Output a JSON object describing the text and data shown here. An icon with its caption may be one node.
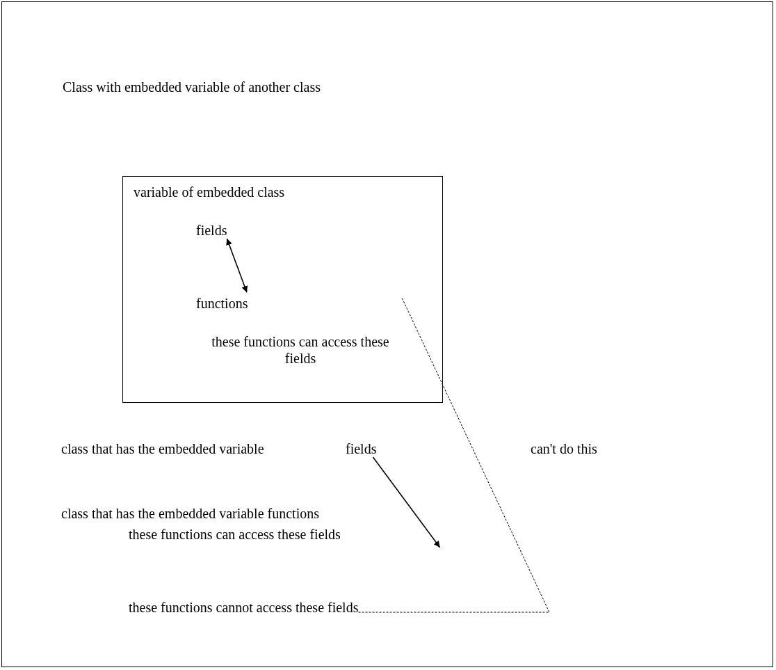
{
  "diagram": {
    "title": "Class with embedded variable of another class",
    "nodes": [
      {
        "text": [
          "variable of embedded class"
        ]
      },
      {
        "text": [
          "fields"
        ],
        "in": 0
      },
      {
        "text": [
          "functions"
        ],
        "in": 0
      },
      {
        "text": [
          "fields"
        ]
      },
      {
        "text": [
          "these functions cannot access these fields"
        ]
      }
    ],
    "edges": [
      {
        "from": 1,
        "to": 2,
        "arrow": "both"
      },
      {
        "from": 3,
        "to": null,
        "arrow": "to"
      },
      {
        "from": 4,
        "to": null,
        "arrow": "none",
        "style": "dashed"
      }
    ],
    "labels": [
      "these functions can access these fields",
      "class that has the embedded variable",
      "can't do this",
      "class that has the embedded variable functions",
      "these functions can access these fields"
    ]
  }
}
